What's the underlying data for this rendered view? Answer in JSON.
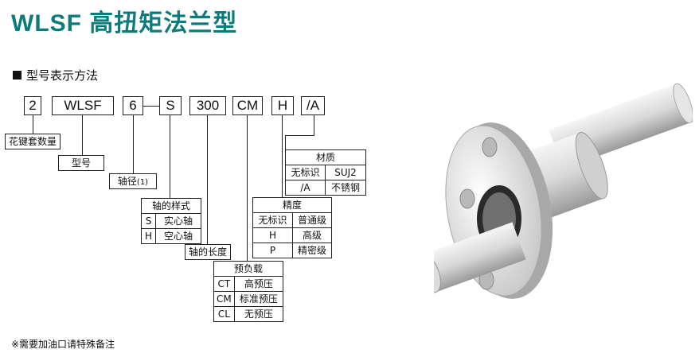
{
  "title": "WLSF  高扭矩法兰型",
  "section_title": "型号表示方法",
  "code_parts": [
    "2",
    "WLSF",
    "6",
    "S",
    "300",
    "CM",
    "H",
    "/A"
  ],
  "labels": {
    "spline_count": "花键套数量",
    "model": "型号",
    "shaft_dia": "轴径",
    "shaft_dia_note": "(1)",
    "shaft_length": "轴的长度"
  },
  "shaft_type": {
    "header": "轴的样式",
    "rows": [
      [
        "S",
        "实心轴"
      ],
      [
        "H",
        "空心轴"
      ]
    ]
  },
  "preload": {
    "header": "预负载",
    "rows": [
      [
        "CT",
        "高预压"
      ],
      [
        "CM",
        "标准预压"
      ],
      [
        "CL",
        "无预压"
      ]
    ]
  },
  "precision": {
    "header": "精度",
    "rows": [
      [
        "无标识",
        "普通级"
      ],
      [
        "H",
        "高级"
      ],
      [
        "P",
        "精密级"
      ]
    ]
  },
  "material": {
    "header": "材质",
    "rows": [
      [
        "无标识",
        "SUJ2"
      ],
      [
        "/A",
        "不锈钢"
      ]
    ]
  },
  "note": "※需要加油口请特殊备注"
}
